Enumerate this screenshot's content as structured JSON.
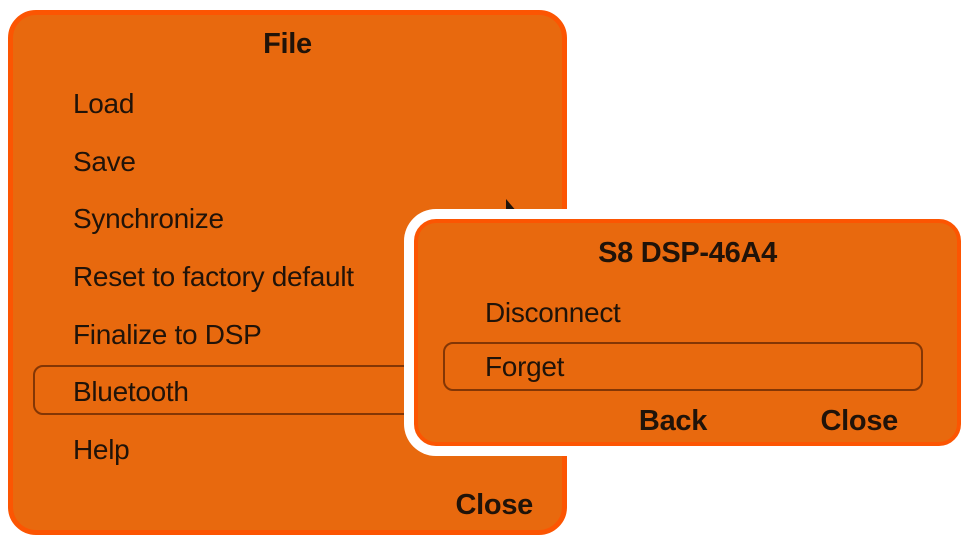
{
  "colors": {
    "panel_fill": "#e8690e",
    "panel_border": "#fc5502",
    "selection_border": "#833605",
    "dialog_halo": "#ffffff",
    "text": "#201309"
  },
  "file_menu": {
    "title": "File",
    "items": [
      {
        "label": "Load"
      },
      {
        "label": "Save"
      },
      {
        "label": "Synchronize",
        "has_submenu": true
      },
      {
        "label": "Reset to factory default"
      },
      {
        "label": "Finalize to DSP"
      },
      {
        "label": "Bluetooth",
        "selected": true
      },
      {
        "label": "Help"
      }
    ],
    "close_label": "Close"
  },
  "bluetooth_dialog": {
    "title": "S8 DSP-46A4",
    "items": [
      {
        "label": "Disconnect"
      },
      {
        "label": "Forget",
        "selected": true
      }
    ],
    "back_label": "Back",
    "close_label": "Close"
  }
}
